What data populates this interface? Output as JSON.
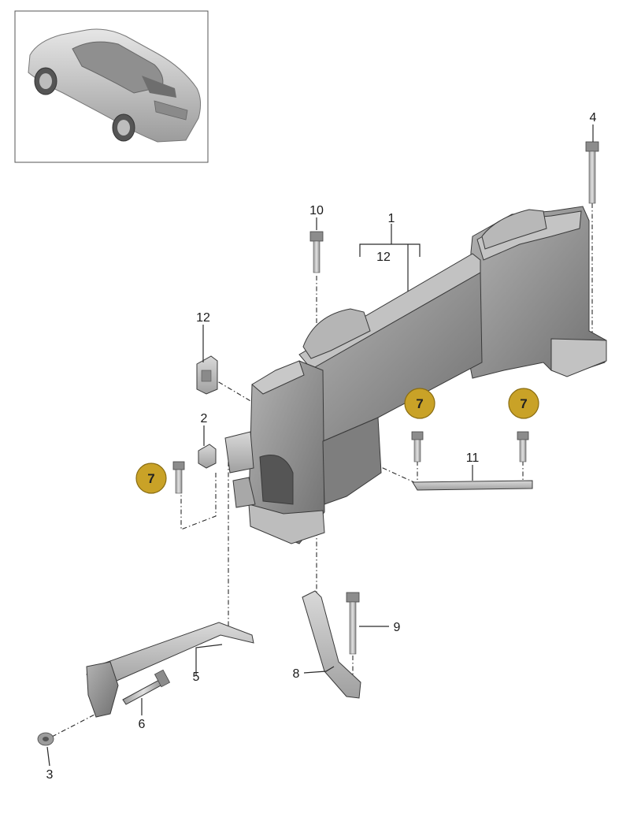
{
  "diagram": {
    "callouts": {
      "c1": "1",
      "c12_top": "12",
      "c12_bracket": "12",
      "c2": "2",
      "c3": "3",
      "c4": "4",
      "c5": "5",
      "c6": "6",
      "c8": "8",
      "c9": "9",
      "c10": "10",
      "c11": "11"
    },
    "badges": {
      "b7_left": "7",
      "b7_mid": "7",
      "b7_right": "7"
    },
    "colors": {
      "badge_fill": "#c9a227",
      "part_dark": "#8c8c8c",
      "part_mid": "#a9a9a9",
      "part_light": "#c8c8c8"
    },
    "thumbnail": {
      "icon": "car-thumbnail-icon"
    }
  }
}
